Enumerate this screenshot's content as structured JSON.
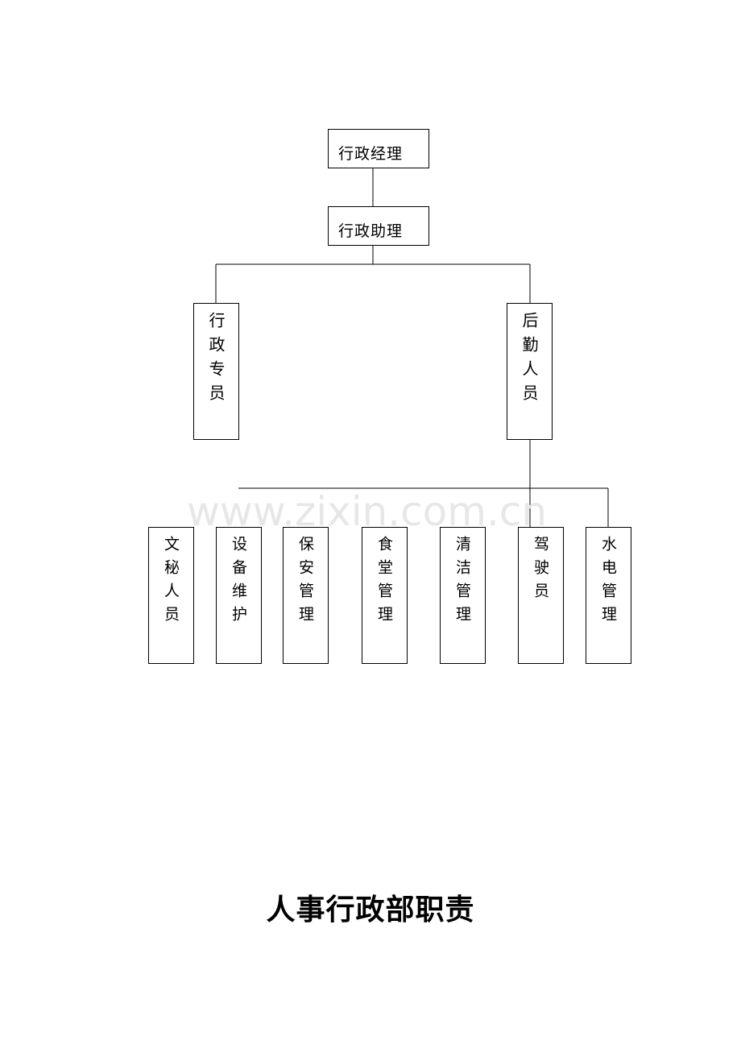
{
  "org_chart": {
    "manager": "行政经理",
    "assistant": "行政助理",
    "admin_staff": "行政专员",
    "logistics_staff": "后勤人员",
    "logistics_units": [
      "文秘人员",
      "设备维护",
      "保安管理",
      "食堂管理",
      "清洁管理",
      "驾驶员",
      "水电管理"
    ]
  },
  "watermark": "www.zixin.com.cn",
  "section_title": "人事行政部职责"
}
